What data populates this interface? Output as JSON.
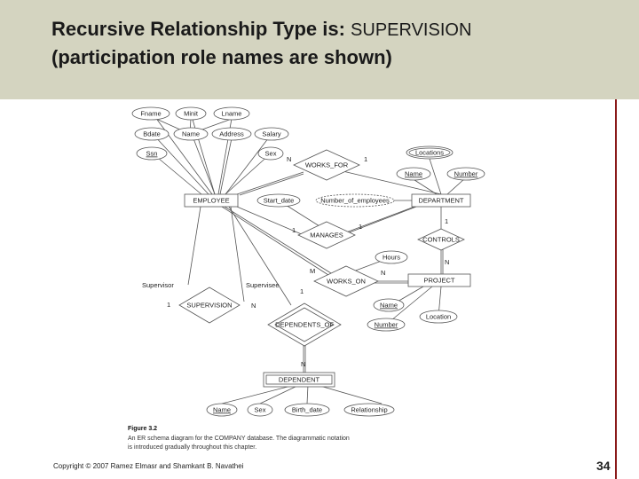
{
  "slide": {
    "title_main": "Recursive Relationship Type is:",
    "title_emph": "SUPERVISION",
    "title_line2": "(participation role names are shown)",
    "page_number": "34",
    "copyright": "Copyright © 2007 Ramez Elmasr and Shamkant B. Navathei"
  },
  "colors": {
    "header_bg": "#d4d4c0",
    "accent_bar": "#8a1a1a",
    "shape_stroke": "#444444",
    "shape_fill": "#ffffff"
  },
  "diagram": {
    "attributes": {
      "fname": "Fname",
      "minit": "Minit",
      "lname": "Lname",
      "bdate": "Bdate",
      "name": "Name",
      "address": "Address",
      "salary": "Salary",
      "ssn": "Ssn",
      "sex": "Sex",
      "locations": "Locations",
      "dept_name": "Name",
      "dept_number": "Number",
      "start_date": "Start_date",
      "num_employees": "Number_of_employees",
      "hours": "Hours",
      "proj_name": "Name",
      "proj_location": "Location",
      "proj_number": "Number",
      "dep_name": "Name",
      "dep_sex": "Sex",
      "birth_date": "Birth_date",
      "relationship": "Relationship"
    },
    "entities": {
      "employee": "EMPLOYEE",
      "department": "DEPARTMENT",
      "project": "PROJECT",
      "dependent": "DEPENDENT"
    },
    "relationships": {
      "works_for": "WORKS_FOR",
      "manages": "MANAGES",
      "controls": "CONTROLS",
      "works_on": "WORKS_ON",
      "supervision": "SUPERVISION",
      "dependents_of": "DEPENDENTS_OF"
    },
    "cardinalities": {
      "works_for_n": "N",
      "works_for_1": "1",
      "manages_1a": "1",
      "manages_1b": "1",
      "controls_1": "1",
      "controls_n": "N",
      "works_on_m": "M",
      "works_on_n": "N",
      "supervision_1": "1",
      "supervision_n": "N",
      "dependents_1": "1",
      "dependents_n": "N"
    },
    "roles": {
      "supervisor": "Supervisor",
      "supervisee": "Supervisee"
    },
    "caption": {
      "figure": "Figure 3.2",
      "line1": "An ER schema diagram for the COMPANY database. The diagrammatic notation",
      "line2": "is introduced gradually throughout this chapter."
    }
  }
}
